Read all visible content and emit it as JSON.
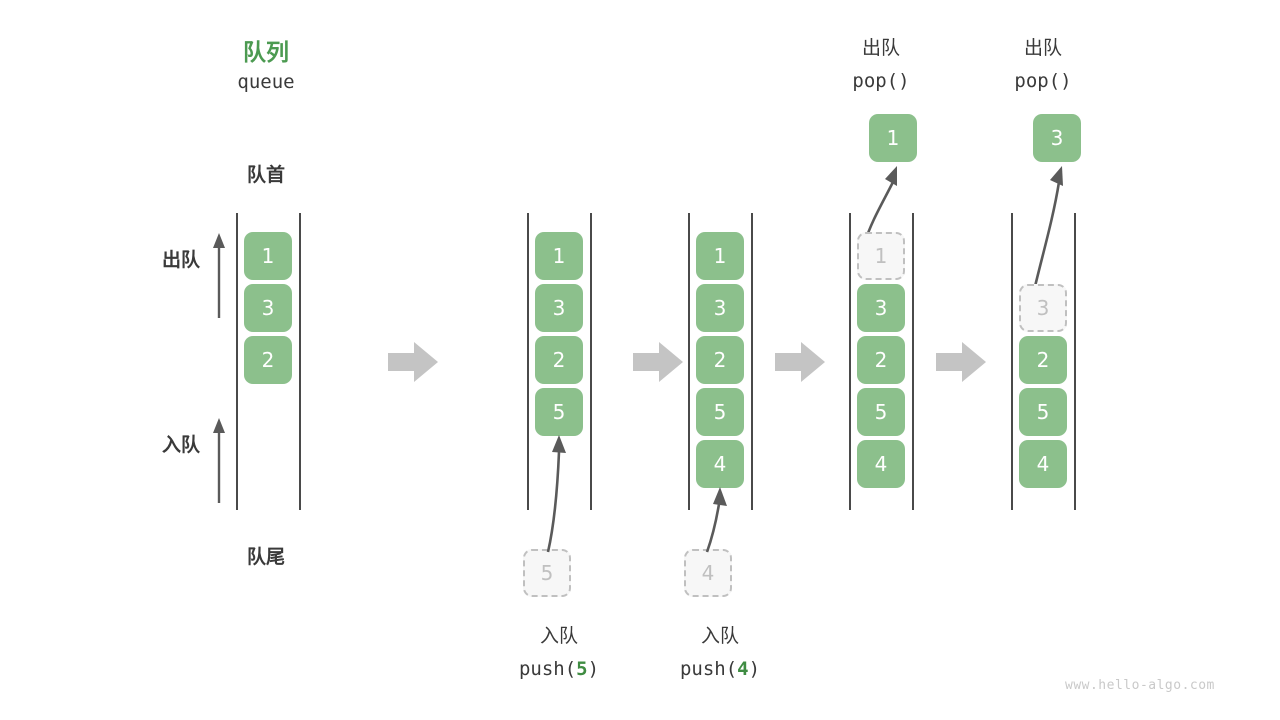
{
  "watermark": "www.hello-algo.com",
  "header": {
    "title_cn": "队列",
    "title_en": "queue",
    "front_label": "队首",
    "rear_label": "队尾",
    "dequeue_side_label": "出队",
    "enqueue_side_label": "入队"
  },
  "colors": {
    "accent_green": "#4c9a51",
    "cell_green": "#8cc08c",
    "ghost_gray": "#c0c0c0",
    "ghost_fill": "#f7f7f7",
    "rail_gray": "#4a4a4a",
    "step_arrow_gray": "#c4c4c4",
    "text_dark": "#3a3a3a",
    "watermark_gray": "#c9c9c9"
  },
  "stages": [
    {
      "id": "initial",
      "cells": [
        "1",
        "3",
        "2"
      ],
      "ghost_index": -1,
      "op_cn": "",
      "op_code": "",
      "op_arg": "",
      "incoming": "",
      "popped": ""
    },
    {
      "id": "push-5",
      "cells": [
        "1",
        "3",
        "2",
        "5"
      ],
      "ghost_index": -1,
      "op_cn": "入队",
      "op_code_prefix": "push(",
      "op_arg": "5",
      "op_code_suffix": ")",
      "incoming": "5",
      "popped": ""
    },
    {
      "id": "push-4",
      "cells": [
        "1",
        "3",
        "2",
        "5",
        "4"
      ],
      "ghost_index": -1,
      "op_cn": "入队",
      "op_code_prefix": "push(",
      "op_arg": "4",
      "op_code_suffix": ")",
      "incoming": "4",
      "popped": ""
    },
    {
      "id": "pop-1",
      "cells": [
        "1",
        "3",
        "2",
        "5",
        "4"
      ],
      "ghost_index": 0,
      "op_cn": "出队",
      "op_code_prefix": "pop(",
      "op_arg": "",
      "op_code_suffix": ")",
      "incoming": "",
      "popped": "1"
    },
    {
      "id": "pop-3",
      "cells": [
        "3",
        "2",
        "5",
        "4"
      ],
      "ghost_index": 0,
      "op_cn": "出队",
      "op_code_prefix": "pop(",
      "op_arg": "",
      "op_code_suffix": ")",
      "incoming": "",
      "popped": "3"
    }
  ]
}
